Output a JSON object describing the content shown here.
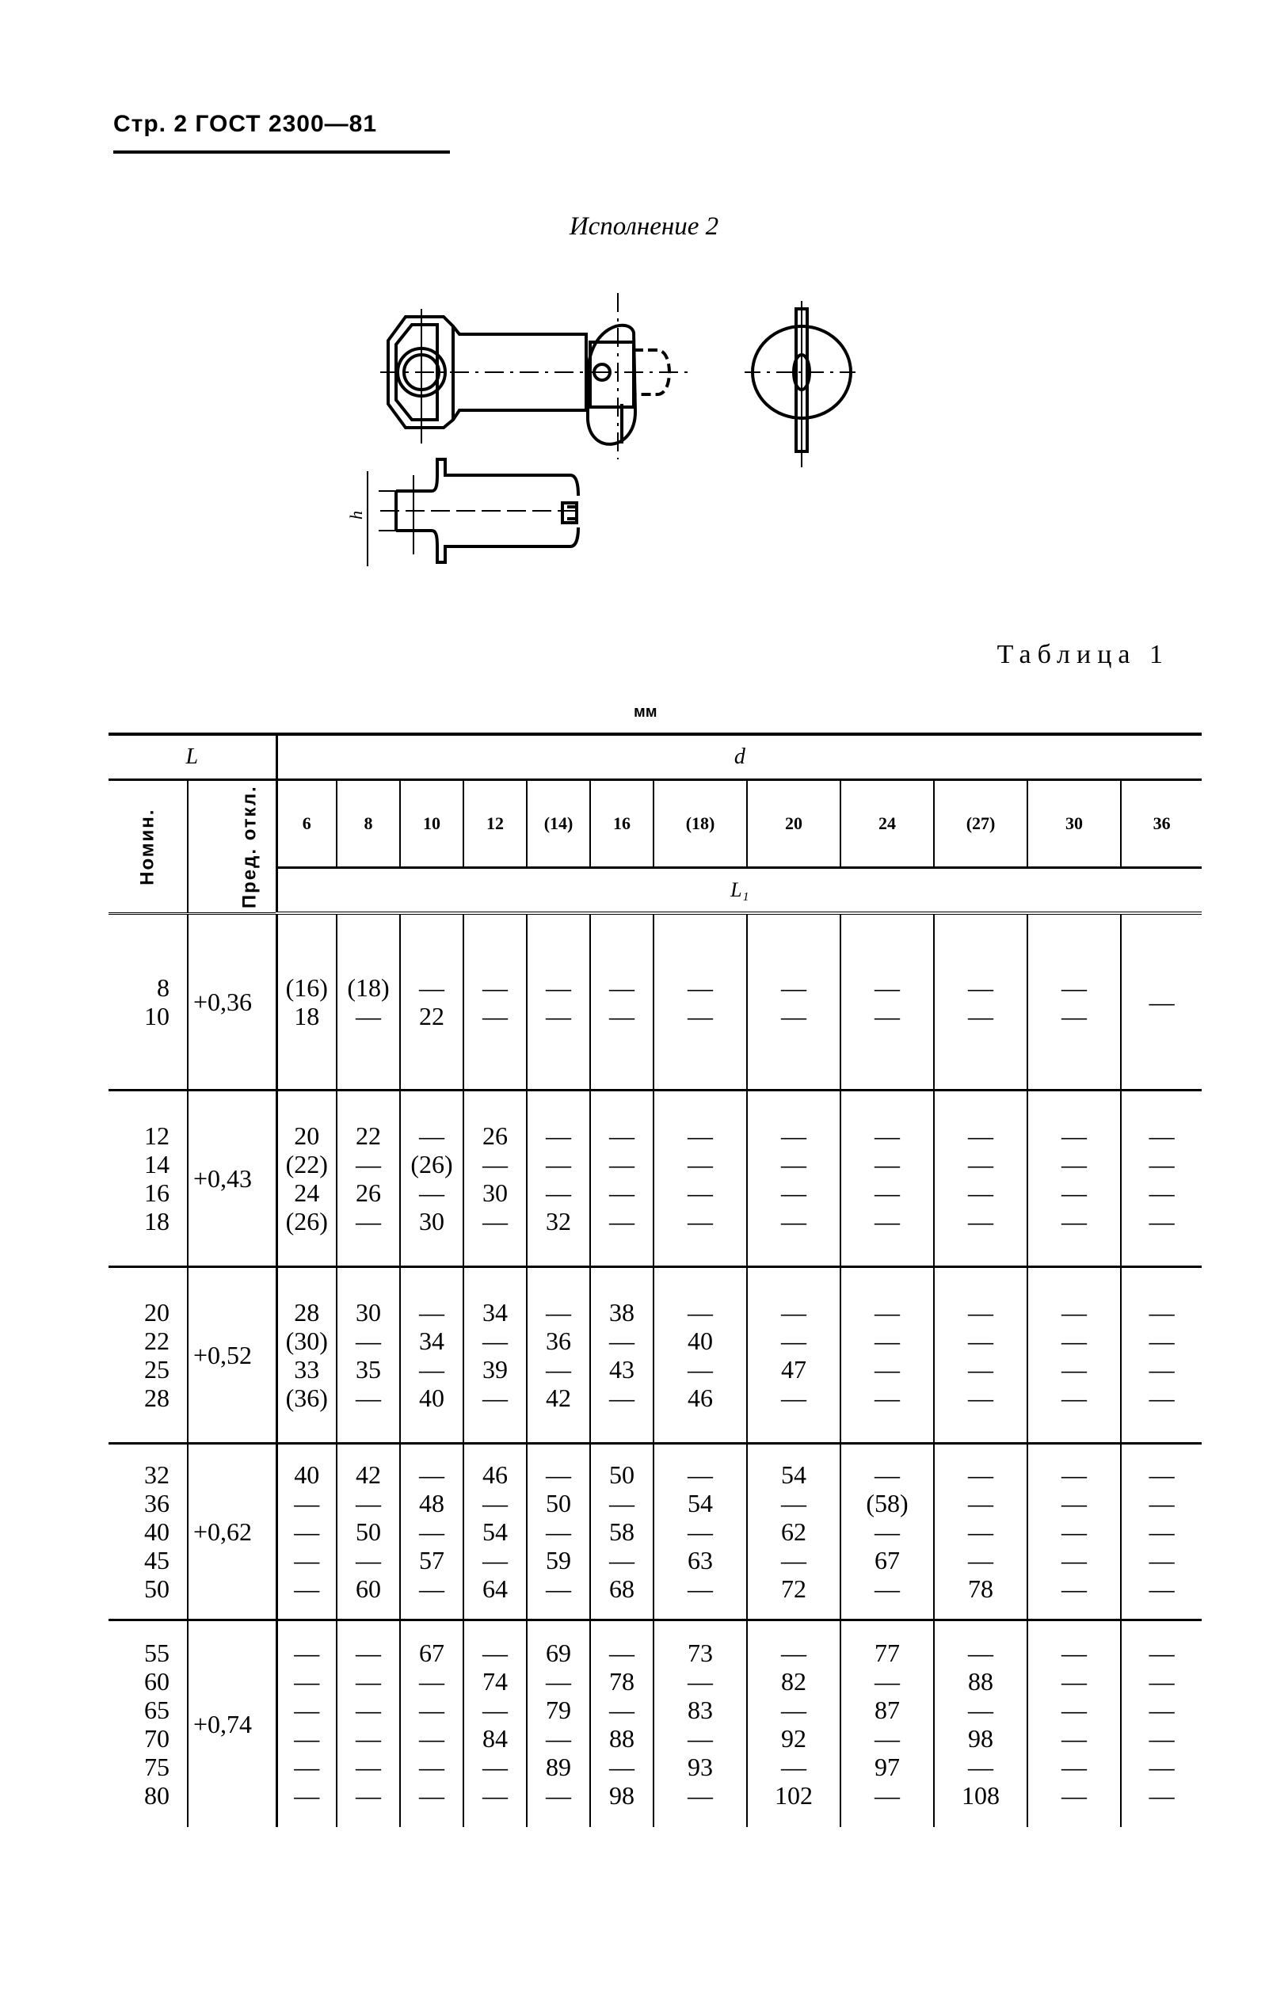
{
  "header": {
    "title": "Стр. 2 ГОСТ 2300—81"
  },
  "figure": {
    "caption": "Исполнение 2",
    "dimension_label": "h"
  },
  "table": {
    "label": "Таблица 1",
    "units": "мм",
    "group_headers": {
      "L": "L",
      "d": "d",
      "L1": "L₁"
    },
    "sub_headers": {
      "nominal": "Номин.",
      "tolerance": "Пред. откл."
    },
    "d_columns": [
      "6",
      "8",
      "10",
      "12",
      "(14)",
      "16",
      "(18)",
      "20",
      "24",
      "(27)",
      "30",
      "36"
    ],
    "row_groups": [
      {
        "L_nominal": [
          "8",
          "10"
        ],
        "tolerance": "+0,36",
        "values": [
          [
            "(16)",
            "18"
          ],
          [
            "(18)",
            "—"
          ],
          [
            "—",
            "22"
          ],
          [
            "—",
            "—"
          ],
          [
            "—",
            "—"
          ],
          [
            "—",
            "—"
          ],
          [
            "—",
            "—"
          ],
          [
            "—",
            "—"
          ],
          [
            "—",
            "—"
          ],
          [
            "—",
            "—"
          ],
          [
            "—",
            "—"
          ],
          [
            "—"
          ]
        ]
      },
      {
        "L_nominal": [
          "12",
          "14",
          "16",
          "18"
        ],
        "tolerance": "+0,43",
        "values": [
          [
            "20",
            "(22)",
            "24",
            "(26)"
          ],
          [
            "22",
            "—",
            "26",
            "—"
          ],
          [
            "—",
            "(26)",
            "—",
            "30"
          ],
          [
            "26",
            "—",
            "30",
            "—"
          ],
          [
            "—",
            "—",
            "—",
            "32"
          ],
          [
            "—",
            "—",
            "—",
            "—"
          ],
          [
            "—",
            "—",
            "—",
            "—"
          ],
          [
            "—",
            "—",
            "—",
            "—"
          ],
          [
            "—",
            "—",
            "—",
            "—"
          ],
          [
            "—",
            "—",
            "—",
            "—"
          ],
          [
            "—",
            "—",
            "—",
            "—"
          ],
          [
            "—",
            "—",
            "—",
            "—"
          ]
        ]
      },
      {
        "L_nominal": [
          "20",
          "22",
          "25",
          "28"
        ],
        "tolerance": "+0,52",
        "values": [
          [
            "28",
            "(30)",
            "33",
            "(36)"
          ],
          [
            "30",
            "—",
            "35",
            "—"
          ],
          [
            "—",
            "34",
            "—",
            "40"
          ],
          [
            "34",
            "—",
            "39",
            "—"
          ],
          [
            "—",
            "36",
            "—",
            "42"
          ],
          [
            "38",
            "—",
            "43",
            "—"
          ],
          [
            "—",
            "40",
            "—",
            "46"
          ],
          [
            "—",
            "—",
            "47",
            "—"
          ],
          [
            "—",
            "—",
            "—",
            "—"
          ],
          [
            "—",
            "—",
            "—",
            "—"
          ],
          [
            "—",
            "—",
            "—",
            "—"
          ],
          [
            "—",
            "—",
            "—",
            "—"
          ]
        ]
      },
      {
        "L_nominal": [
          "32",
          "36",
          "40",
          "45",
          "50"
        ],
        "tolerance": "+0,62",
        "values": [
          [
            "40",
            "—",
            "—",
            "—",
            "—"
          ],
          [
            "42",
            "—",
            "50",
            "—",
            "60"
          ],
          [
            "—",
            "48",
            "—",
            "57",
            "—"
          ],
          [
            "46",
            "—",
            "54",
            "—",
            "64"
          ],
          [
            "—",
            "50",
            "—",
            "59",
            "—"
          ],
          [
            "50",
            "—",
            "58",
            "—",
            "68"
          ],
          [
            "—",
            "54",
            "—",
            "63",
            "—"
          ],
          [
            "54",
            "—",
            "62",
            "—",
            "72"
          ],
          [
            "—",
            "(58)",
            "—",
            "67",
            "—"
          ],
          [
            "—",
            "—",
            "—",
            "—",
            "78"
          ],
          [
            "—",
            "—",
            "—",
            "—",
            "—"
          ],
          [
            "—",
            "—",
            "—",
            "—",
            "—"
          ]
        ]
      },
      {
        "L_nominal": [
          "55",
          "60",
          "65",
          "70",
          "75",
          "80"
        ],
        "tolerance": "+0,74",
        "values": [
          [
            "—",
            "—",
            "—",
            "—",
            "—",
            "—"
          ],
          [
            "—",
            "—",
            "—",
            "—",
            "—",
            "—"
          ],
          [
            "67",
            "—",
            "—",
            "—",
            "—",
            "—"
          ],
          [
            "—",
            "74",
            "—",
            "84",
            "—",
            "—"
          ],
          [
            "69",
            "—",
            "79",
            "—",
            "89",
            "—"
          ],
          [
            "—",
            "78",
            "—",
            "88",
            "—",
            "98"
          ],
          [
            "73",
            "—",
            "83",
            "—",
            "93",
            "—"
          ],
          [
            "—",
            "82",
            "—",
            "92",
            "—",
            "102"
          ],
          [
            "77",
            "—",
            "87",
            "—",
            "97",
            "—"
          ],
          [
            "—",
            "88",
            "—",
            "98",
            "—",
            "108"
          ],
          [
            "—",
            "—",
            "—",
            "—",
            "—",
            "—"
          ],
          [
            "—",
            "—",
            "—",
            "—",
            "—",
            "—"
          ]
        ]
      }
    ]
  }
}
